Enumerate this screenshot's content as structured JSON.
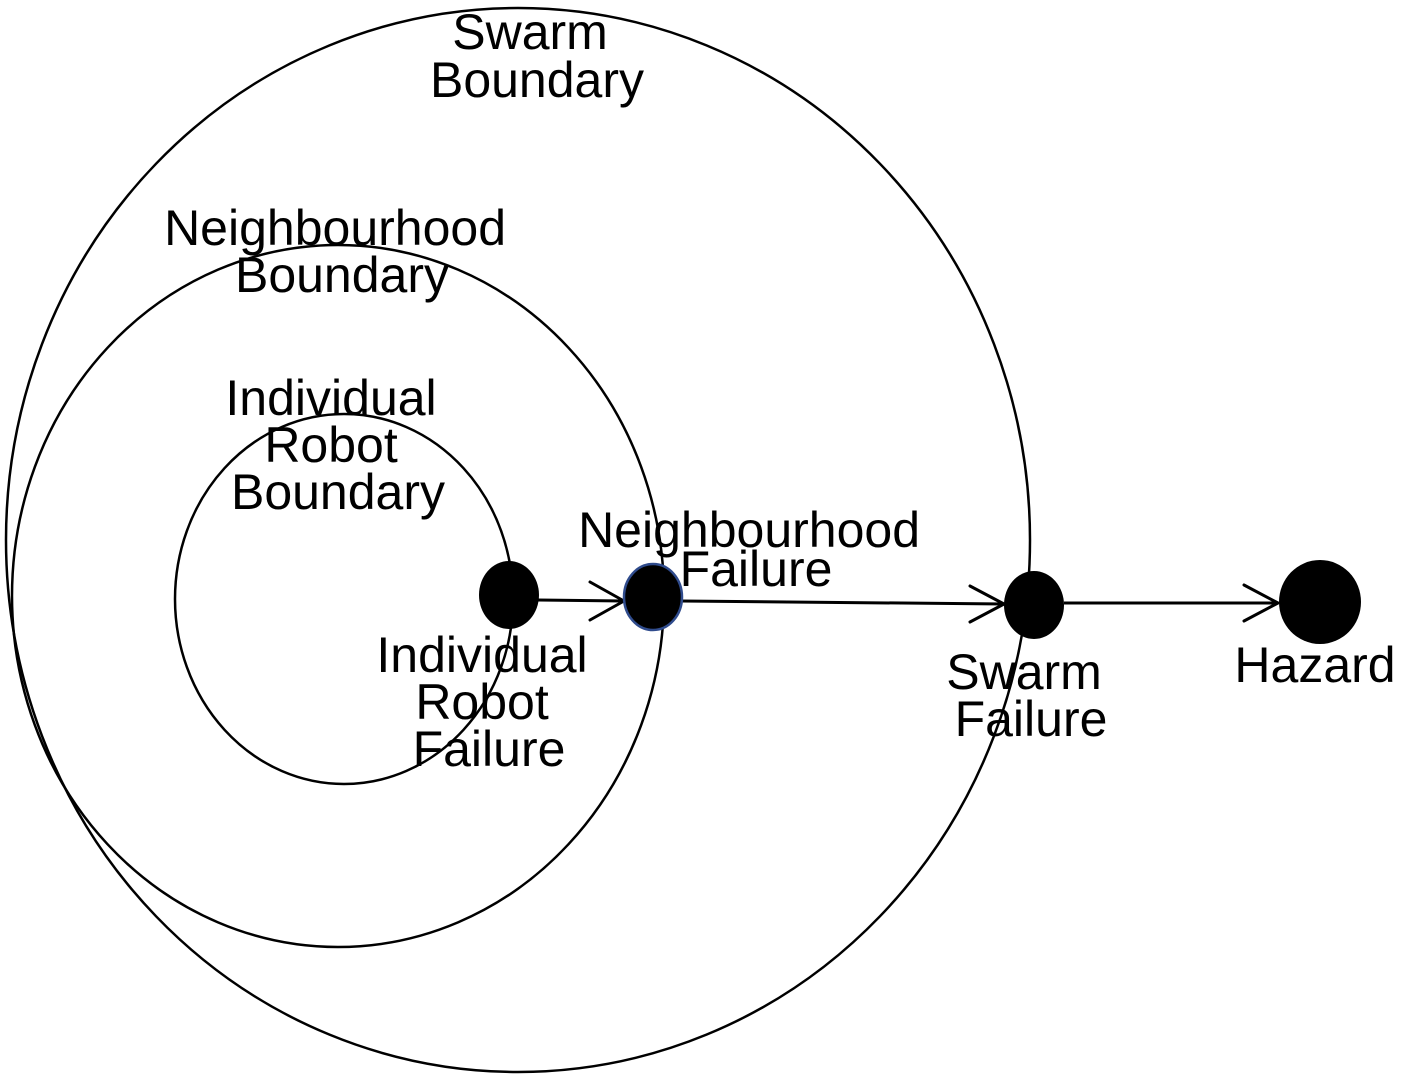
{
  "diagram": {
    "boundaries": {
      "swarm": [
        "Swarm",
        "Boundary"
      ],
      "neighbourhood": [
        "Neighbourhood",
        "Boundary"
      ],
      "individual": [
        "Individual",
        "Robot",
        "Boundary"
      ]
    },
    "nodes": {
      "individual_failure": [
        "Individual",
        "Robot",
        "Failure"
      ],
      "neighbourhood_failure": [
        "Neighbourhood",
        "Failure"
      ],
      "swarm_failure": [
        "Swarm",
        "Failure"
      ],
      "hazard": [
        "Hazard"
      ]
    },
    "colors": {
      "line": "#000000",
      "node_fill": "#000000",
      "neighbourhood_node_outline": "#2f4b8c",
      "background": "#ffffff"
    }
  }
}
